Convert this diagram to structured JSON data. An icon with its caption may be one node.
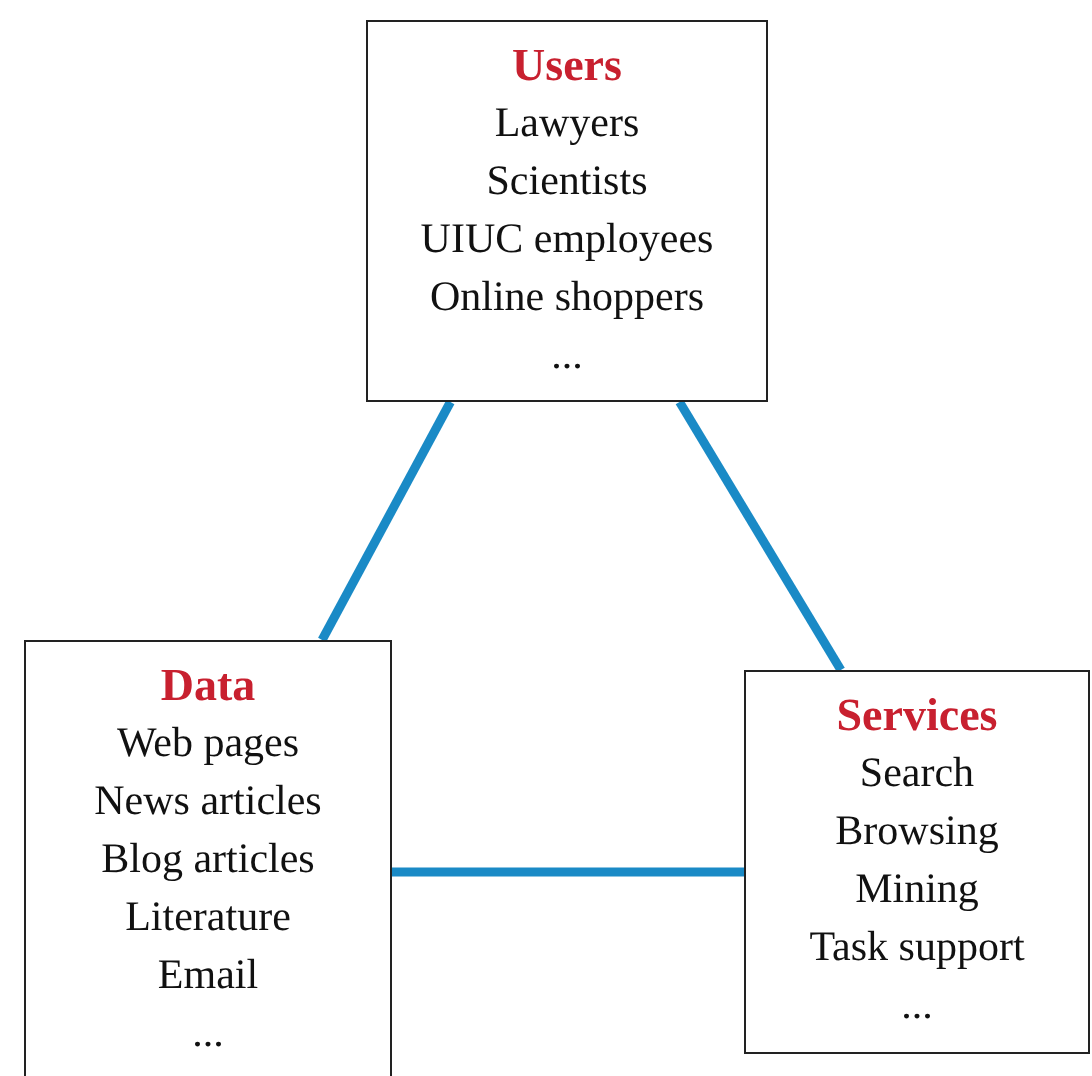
{
  "diagram": {
    "nodes": [
      {
        "text": [
          "Users",
          "Lawyers",
          "Scientists",
          "UIUC employees",
          "Online shoppers",
          "..."
        ]
      },
      {
        "text": [
          "Data",
          "Web pages",
          "News articles",
          "Blog articles",
          "Literature",
          "Email",
          "..."
        ]
      },
      {
        "text": [
          "Services",
          "Search",
          "Browsing",
          "Mining",
          "Task support",
          "..."
        ]
      }
    ],
    "edges": [
      {
        "from": 0,
        "to": 1,
        "arrow": "none"
      },
      {
        "from": 0,
        "to": 2,
        "arrow": "none"
      },
      {
        "from": 1,
        "to": 2,
        "arrow": "none"
      }
    ]
  }
}
